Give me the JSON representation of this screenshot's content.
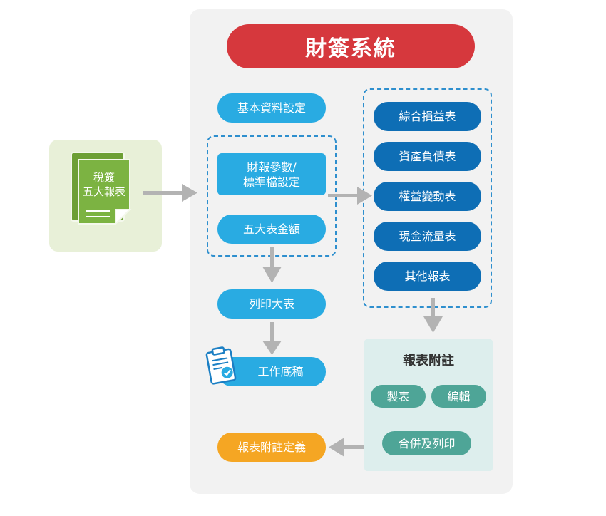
{
  "source": {
    "label_line1": "稅簽",
    "label_line2": "五大報表"
  },
  "system": {
    "title": "財簽系統"
  },
  "left_flow": {
    "basic_settings": "基本資料設定",
    "param_line1": "財報參數/",
    "param_line2": "標準檔設定",
    "five_amounts": "五大表金額",
    "print_statements": "列印大表",
    "working_papers": "工作底稿",
    "notes_definition": "報表附註定義"
  },
  "reports": [
    "綜合損益表",
    "資產負債表",
    "權益變動表",
    "現金流量表",
    "其他報表"
  ],
  "notes": {
    "title": "報表附註",
    "make": "製表",
    "edit": "編輯",
    "merge_print": "合併及列印"
  },
  "colors": {
    "title_red": "#d6383d",
    "cyan": "#29abe2",
    "navy": "#0e6eb5",
    "teal": "#4ea597",
    "orange": "#f5a623",
    "doc_green": "#7cb342",
    "arrow_gray": "#b3b3b3",
    "dash_blue": "#2e8fce"
  },
  "icons": [
    "document-stack-icon",
    "clipboard-check-icon",
    "arrow-right-icon",
    "arrow-down-icon",
    "arrow-left-icon"
  ]
}
